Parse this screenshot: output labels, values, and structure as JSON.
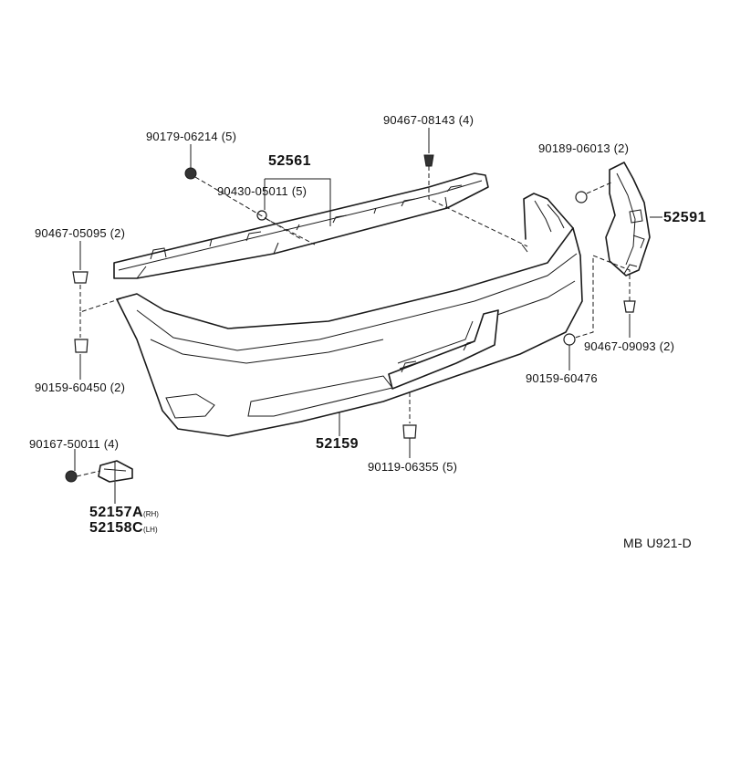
{
  "diagram": {
    "parts": {
      "bolt_top_left": {
        "number": "90179-06214",
        "qty": "(5)"
      },
      "reinforcement": {
        "number": "52561"
      },
      "nut_reinforcement": {
        "number": "90430-05011",
        "qty": "(5)"
      },
      "clip_top": {
        "number": "90467-08143",
        "qty": "(4)"
      },
      "nut_right": {
        "number": "90189-06013",
        "qty": "(2)"
      },
      "side_retainer": {
        "number": "52591"
      },
      "clip_left": {
        "number": "90467-05095",
        "qty": "(2)"
      },
      "clip_right_lower": {
        "number": "90467-09093",
        "qty": "(2)"
      },
      "bolt_right_lower": {
        "number": "90159-60476"
      },
      "bolt_left_lower": {
        "number": "90159-60450",
        "qty": "(2)"
      },
      "bumper_cover": {
        "number": "52159"
      },
      "screw_bottom": {
        "number": "90119-06355",
        "qty": "(5)"
      },
      "screw_bracket": {
        "number": "90167-50011",
        "qty": "(4)"
      },
      "bracket_rh": {
        "number": "52157A",
        "side": "(RH)"
      },
      "bracket_lh": {
        "number": "52158C",
        "side": "(LH)"
      }
    },
    "catalog_code": "MB U921-D"
  }
}
